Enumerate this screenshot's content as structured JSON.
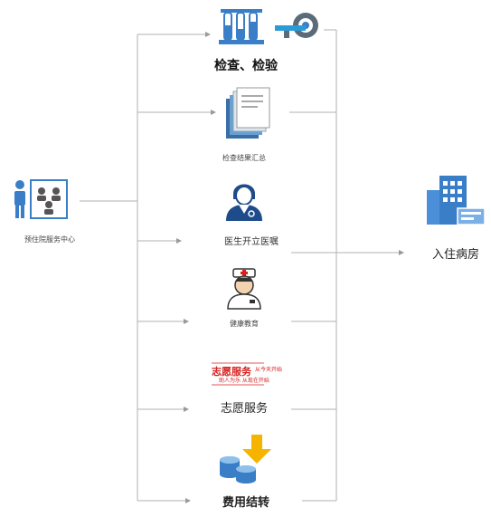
{
  "source": {
    "label": "预住院服务中心",
    "icon": "consultation-group-icon"
  },
  "target": {
    "label": "入住病房",
    "icon": "hospital-building-icon"
  },
  "steps": [
    {
      "label": "检查、检验",
      "icon": "lab-test-tubes-and-ct-scanner-icon"
    },
    {
      "label": "检查结果汇总",
      "icon": "stacked-documents-icon"
    },
    {
      "label": "医生开立医嘱",
      "icon": "doctor-icon"
    },
    {
      "label": "健康教育",
      "icon": "nurse-icon"
    },
    {
      "label": "志愿服务",
      "icon": "volunteer-service-logo",
      "logo_text": {
        "title": "志愿服务",
        "line1": "从今天开始",
        "line2": "助人为乐 从现在开始"
      }
    },
    {
      "label": "费用结转",
      "icon": "coins-with-down-arrow-icon"
    }
  ],
  "colors": {
    "icon_blue": "#3a7ec8",
    "arrow_yellow": "#f4b400",
    "logo_red": "#d62020",
    "line_gray": "#9a9a9a"
  }
}
